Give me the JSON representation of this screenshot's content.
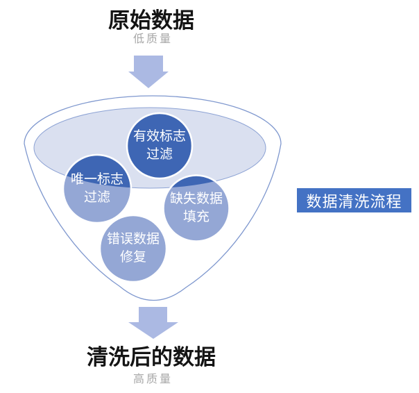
{
  "diagram": {
    "top": {
      "title": "原始数据",
      "subtitle": "低质量"
    },
    "bottom": {
      "title": "清洗后的数据",
      "subtitle": "高质量"
    },
    "side_label": "数据清洗流程",
    "circles": [
      {
        "id": "valid-flag-filter",
        "line1": "有效标志",
        "line2": "过滤"
      },
      {
        "id": "unique-flag-filter",
        "line1": "唯一标志",
        "line2": "过滤"
      },
      {
        "id": "missing-data-fill",
        "line1": "缺失数据",
        "line2": "填充"
      },
      {
        "id": "error-data-repair",
        "line1": "错误数据",
        "line2": "修复"
      }
    ]
  },
  "icons": {
    "top_arrow": "block-arrow-down",
    "bottom_arrow": "block-arrow-down"
  },
  "colors": {
    "accent": "#4472C4",
    "circle_light": "#94A7D5",
    "circle_dark": "#3E66B4",
    "liquid_fill": "#DAE0F0",
    "liquid_stroke": "#8CA2D4",
    "funnel_stroke": "#7E97CE",
    "arrow": "#ABB9E3",
    "title_text": "#141414",
    "subtitle_text": "#A7A7A7",
    "circle_label_text": "#FFFFFF",
    "side_label_text": "#FFFFFF"
  }
}
